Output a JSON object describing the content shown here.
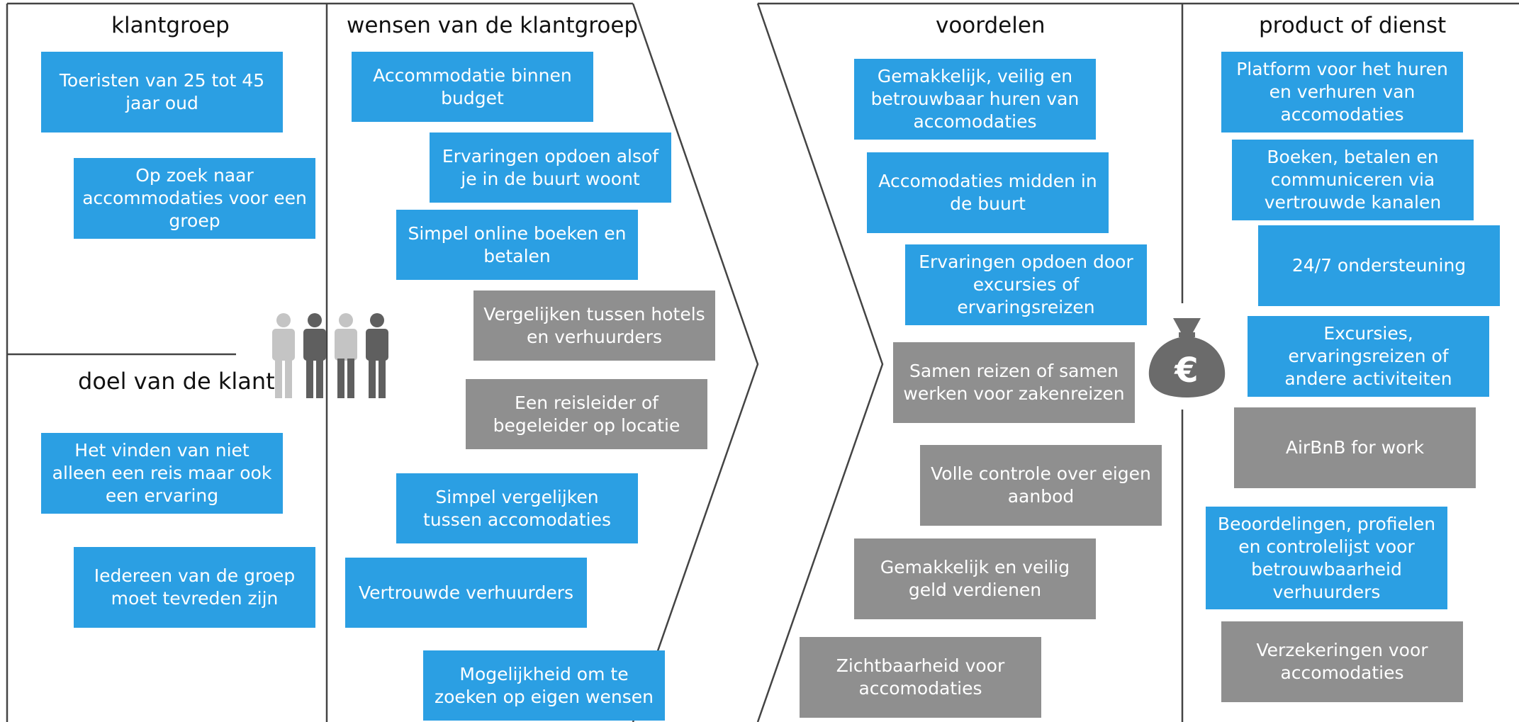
{
  "sections": {
    "klantgroep": {
      "title": "klantgroep",
      "items": [
        {
          "text": "Toeristen van 25 tot 45 jaar oud",
          "color": "blue"
        },
        {
          "text": "Op zoek naar accommodaties voor een groep",
          "color": "blue"
        }
      ]
    },
    "doel": {
      "title": "doel van de klant",
      "items": [
        {
          "text": "Het vinden van niet alleen een reis maar ook een ervaring",
          "color": "blue"
        },
        {
          "text": "Iedereen van de groep moet tevreden zijn",
          "color": "blue"
        }
      ]
    },
    "wensen": {
      "title": "wensen van de klantgroep",
      "items": [
        {
          "text": "Accommodatie binnen budget",
          "color": "blue"
        },
        {
          "text": "Ervaringen opdoen alsof je in de buurt woont",
          "color": "blue"
        },
        {
          "text": "Simpel online boeken en betalen",
          "color": "blue"
        },
        {
          "text": "Vergelijken tussen hotels en verhuurders",
          "color": "grey"
        },
        {
          "text": "Een reisleider of begeleider op locatie",
          "color": "grey"
        },
        {
          "text": "Simpel vergelijken tussen accomodaties",
          "color": "blue"
        },
        {
          "text": "Vertrouwde  verhuurders",
          "color": "blue"
        },
        {
          "text": "Mogelijkheid om te zoeken op eigen wensen",
          "color": "blue"
        }
      ]
    },
    "voordelen": {
      "title": "voordelen",
      "items": [
        {
          "text": "Gemakkelijk, veilig en betrouwbaar huren van accomodaties",
          "color": "blue"
        },
        {
          "text": "Accomodaties midden in de buurt",
          "color": "blue"
        },
        {
          "text": "Ervaringen opdoen door excursies of ervaringsreizen",
          "color": "blue"
        },
        {
          "text": "Samen reizen of samen werken voor zakenreizen",
          "color": "grey"
        },
        {
          "text": "Volle controle over eigen aanbod",
          "color": "grey"
        },
        {
          "text": "Gemakkelijk en veilig geld verdienen",
          "color": "grey"
        },
        {
          "text": "Zichtbaarheid voor accomodaties",
          "color": "grey"
        }
      ]
    },
    "product": {
      "title": "product of dienst",
      "items": [
        {
          "text": "Platform voor het huren en verhuren van accomodaties",
          "color": "blue"
        },
        {
          "text": "Boeken, betalen en communiceren via vertrouwde kanalen",
          "color": "blue"
        },
        {
          "text": "24/7 ondersteuning",
          "color": "blue"
        },
        {
          "text": "Excursies, ervaringsreizen of andere activiteiten",
          "color": "blue"
        },
        {
          "text": "AirBnB for work",
          "color": "grey"
        },
        {
          "text": "Beoordelingen, profielen en controlelijst voor betrouwbaarheid verhuurders",
          "color": "blue"
        },
        {
          "text": "Verzekeringen voor accomodaties",
          "color": "grey"
        }
      ]
    }
  },
  "icons": {
    "people": "people-group-icon",
    "money": "money-bag-euro-icon",
    "money_symbol": "€"
  },
  "colors": {
    "blue": "#2b9fe3",
    "grey": "#8f8f8f",
    "line": "#444444",
    "person_dark": "#5f5f5f",
    "person_light": "#c4c4c4",
    "bag": "#6b6b6b"
  }
}
